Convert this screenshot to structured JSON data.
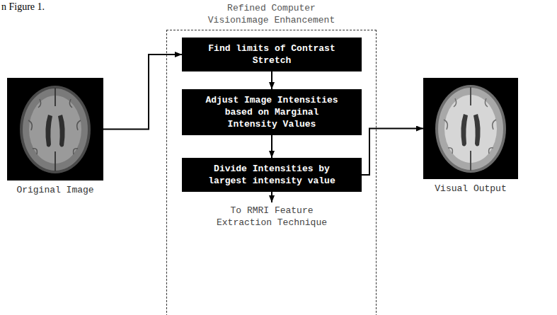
{
  "diagram": {
    "nodes": [
      {
        "text": [
          "Original Image"
        ]
      },
      {
        "text": [
          "Refined Computer Visionimage Enhancement"
        ]
      },
      {
        "text": [
          "Find limits of Contrast Stretch"
        ],
        "in": 1
      },
      {
        "text": [
          "Adjust Image Intensities based on Marginal Intensity Values"
        ],
        "in": 1
      },
      {
        "text": [
          "Divide Intensities by largest intensity value"
        ],
        "in": 1
      },
      {
        "text": [
          "Visual Output"
        ]
      }
    ],
    "edges": [
      {
        "from": 0,
        "to": 2,
        "arrow": "to"
      },
      {
        "from": 2,
        "to": 3,
        "arrow": "to"
      },
      {
        "from": 3,
        "to": 4,
        "arrow": "to"
      },
      {
        "from": 4,
        "to": 5,
        "arrow": "to"
      }
    ],
    "labels": [
      "n Figure 1.",
      "To RMRI Feature Extraction Technique"
    ]
  }
}
